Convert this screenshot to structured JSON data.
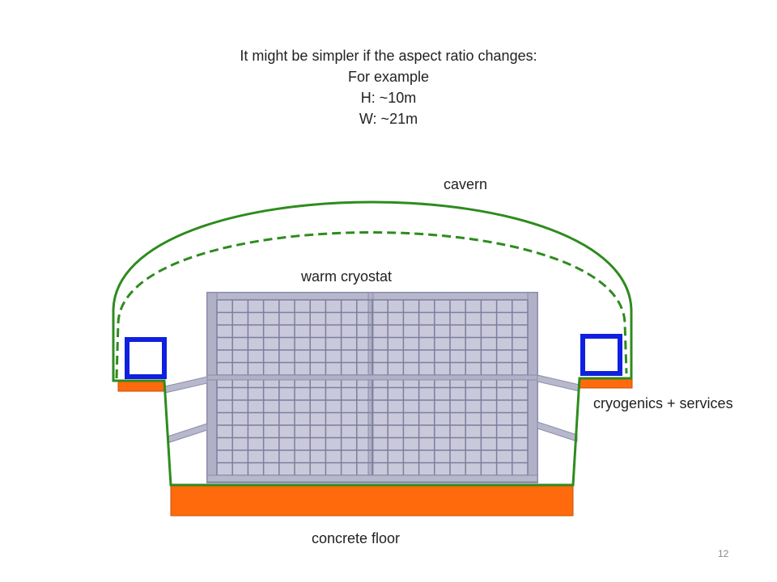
{
  "slide": {
    "title_lines": [
      "It might be simpler if the aspect ratio changes:",
      "For example",
      "H: ~10m",
      "W: ~21m"
    ],
    "page_number": "12"
  },
  "labels": {
    "cavern": "cavern",
    "warm_cryostat": "warm cryostat",
    "cryogenics": "cryogenics + services",
    "concrete_floor": "concrete floor"
  },
  "colors": {
    "cavern_outline": "#2e8b1e",
    "floor": "#ff6a0c",
    "services_box": "#1020e0",
    "cryostat_frame": "#9a9ab8",
    "cryostat_grid": "#8a8aa8"
  }
}
